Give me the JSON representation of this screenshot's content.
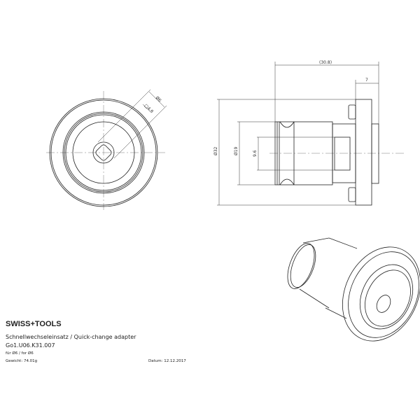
{
  "title_block": {
    "logo": "SWISS+TOOLS",
    "title": "Schnellwechseleinsatz / Quick-change adapter",
    "code": "Go1.U06.K31.007",
    "for": "für Ø6 / for Ø6",
    "weight": "Gewicht: 74.01g",
    "date": "Datum: 12.12.2017"
  },
  "dimensions": {
    "length": "(30.8)",
    "flange": "7",
    "outer_dia": "Ø32",
    "body_dia": "Ø19",
    "bore": "9.6",
    "shank_dia": "Ø6",
    "square": "□4.8"
  }
}
